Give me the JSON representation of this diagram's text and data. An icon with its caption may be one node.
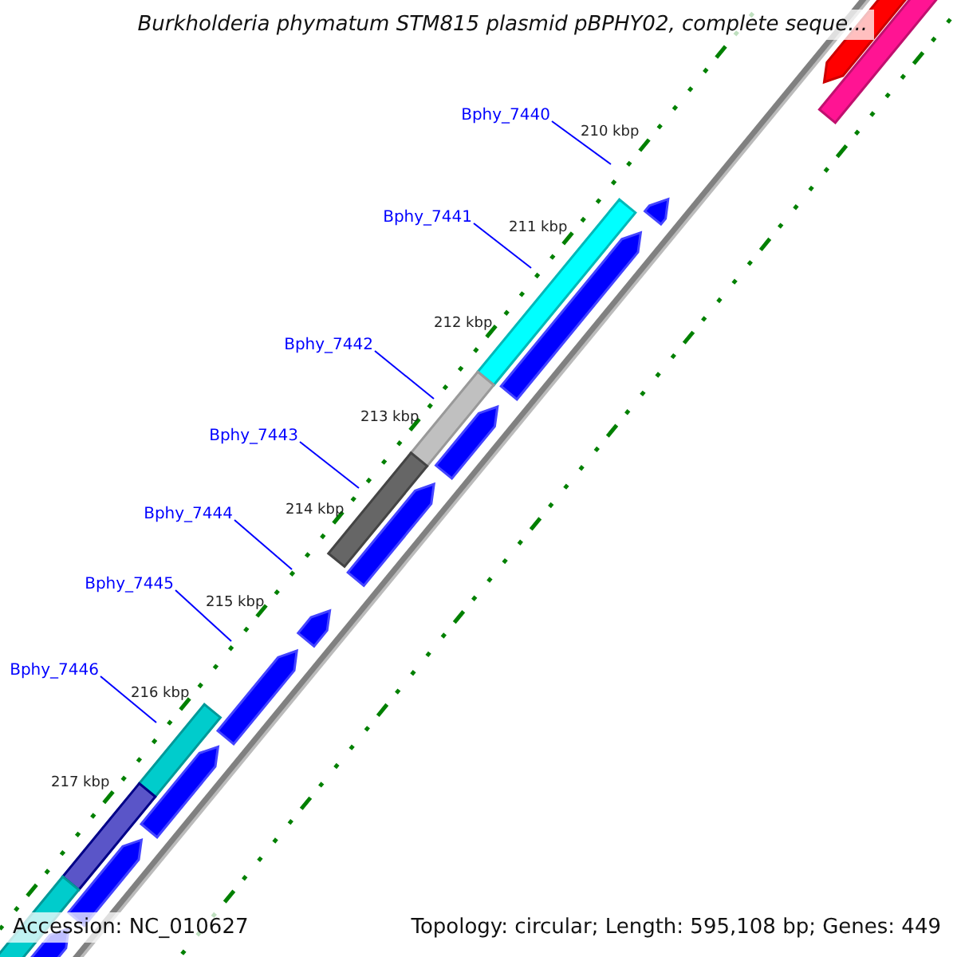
{
  "diagram": {
    "title": "Burkholderia phymatum STM815 plasmid pBPHY02, complete seque...",
    "nodes": [
      {
        "text": [
          "Bphy_7440"
        ]
      },
      {
        "text": [
          "Bphy_7441"
        ]
      },
      {
        "text": [
          "Bphy_7442"
        ]
      },
      {
        "text": [
          "Bphy_7443"
        ]
      },
      {
        "text": [
          "Bphy_7444"
        ]
      },
      {
        "text": [
          "Bphy_7445"
        ]
      },
      {
        "text": [
          "Bphy_7446"
        ]
      }
    ],
    "edges": [
      {
        "from": 0,
        "to": null,
        "arrow": "none"
      },
      {
        "from": 1,
        "to": null,
        "arrow": "none"
      },
      {
        "from": 2,
        "to": null,
        "arrow": "none"
      },
      {
        "from": 3,
        "to": null,
        "arrow": "none"
      },
      {
        "from": 4,
        "to": null,
        "arrow": "none"
      },
      {
        "from": 5,
        "to": null,
        "arrow": "none"
      },
      {
        "from": 6,
        "to": null,
        "arrow": "none"
      }
    ],
    "labels": [
      "210 kbp",
      "211 kbp",
      "212 kbp",
      "213 kbp",
      "214 kbp",
      "215 kbp",
      "216 kbp",
      "217 kbp",
      "Accession: NC_010627",
      "Topology: circular; Length: 595,108 bp; Genes: 449"
    ]
  }
}
